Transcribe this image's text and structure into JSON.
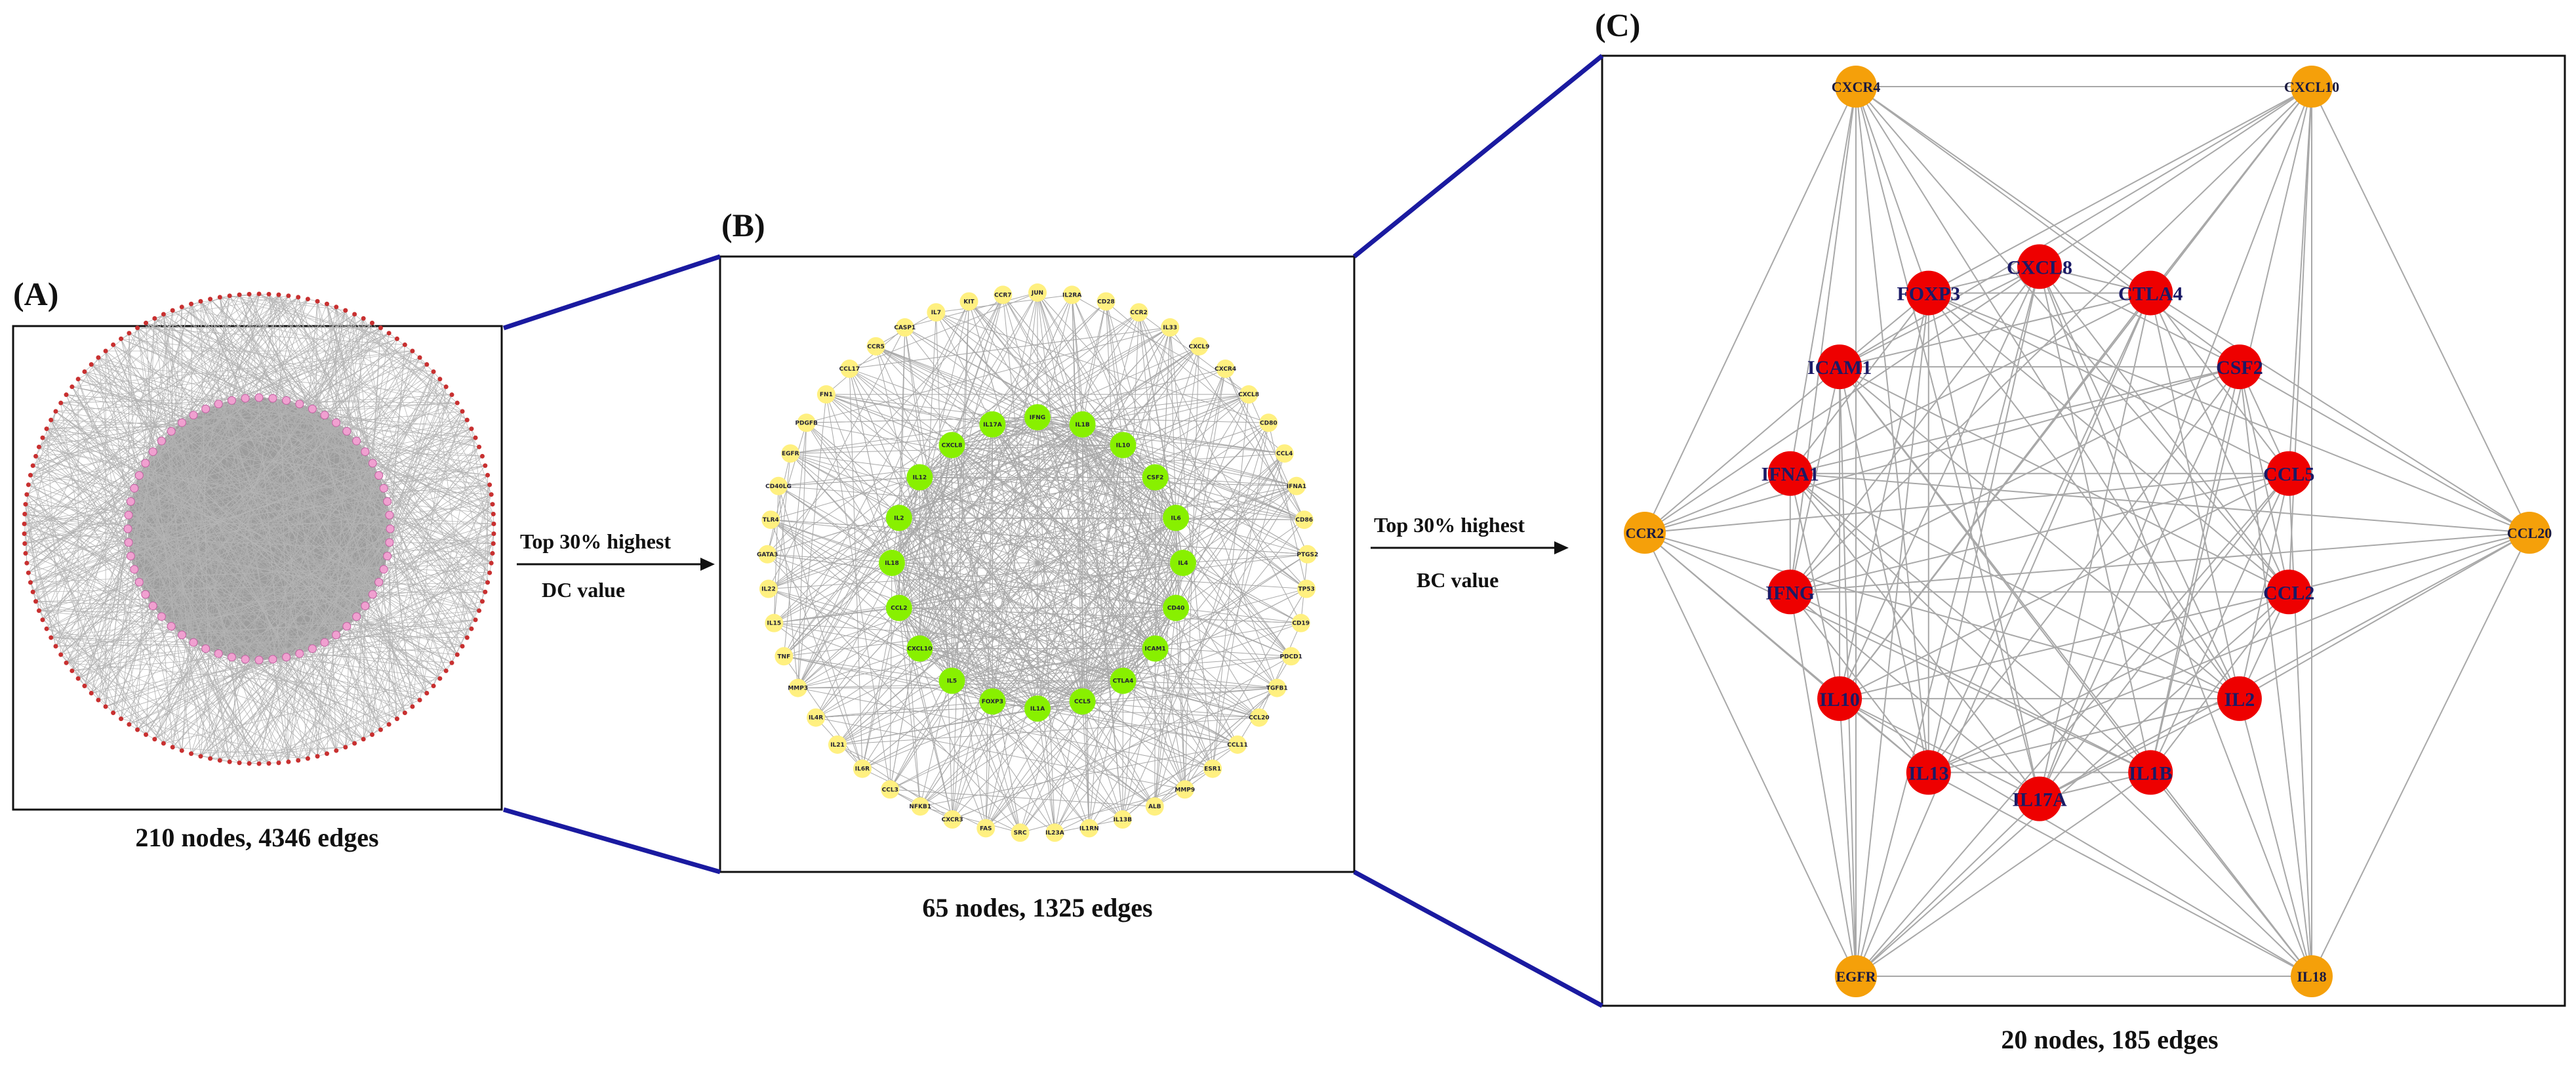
{
  "panels": {
    "a": {
      "label": "(A)",
      "caption": "210 nodes, 4346 edges"
    },
    "b": {
      "label": "(B)",
      "caption": "65 nodes, 1325 edges"
    },
    "c": {
      "label": "(C)",
      "caption": "20 nodes, 185 edges"
    }
  },
  "arrows": {
    "first": {
      "line1": "Top 30% highest",
      "line2": "DC value"
    },
    "second": {
      "line1": "Top 30% highest",
      "line2": "BC value"
    }
  },
  "network_c": {
    "outer_nodes": [
      "CXCR4",
      "CXCL10",
      "CCR2",
      "CCL20",
      "EGFR",
      "IL18"
    ],
    "inner_nodes": [
      "CXCL8",
      "CTLA4",
      "CSF2",
      "CCL5",
      "CCL2",
      "IL2",
      "IL1B",
      "IL17A",
      "IL13",
      "IL10",
      "IFNG",
      "IFNA1",
      "ICAM1",
      "FOXP3"
    ]
  },
  "network_b": {
    "inner_nodes": [
      "IFNG",
      "IL1B",
      "IL10",
      "CSF2",
      "IL6",
      "IL4",
      "CD40",
      "ICAM1",
      "CTLA4",
      "CCL5",
      "IL1A",
      "FOXP3",
      "IL5",
      "CXCL10",
      "CCL2",
      "IL18",
      "IL2",
      "IL12",
      "CXCL8",
      "IL17A"
    ],
    "outer_nodes": [
      "JUN",
      "IL2RA",
      "CD28",
      "CCR2",
      "IL33",
      "CXCL9",
      "CXCR4",
      "CXCL8",
      "CD80",
      "CCL4",
      "IFNA1",
      "CD86",
      "PTGS2",
      "TP53",
      "CD19",
      "PDCD1",
      "TGFB1",
      "CCL20",
      "CCL11",
      "ESR1",
      "MMP9",
      "ALB",
      "IL13B",
      "IL1RN",
      "IL23A",
      "SRC",
      "FAS",
      "CXCR3",
      "NFKB1",
      "CCL3",
      "IL6R",
      "IL21",
      "IL4R",
      "MMP3",
      "TNF",
      "IL15",
      "IL22",
      "GATA3",
      "TLR4",
      "CD40LG",
      "EGFR",
      "PDGFB",
      "FN1",
      "CCL17",
      "CCR5",
      "CASP1",
      "IL7",
      "KIT",
      "CCR7"
    ]
  },
  "colors": {
    "frame_connector": "#1a1aa0",
    "inner_node_c": "#ee0000",
    "outer_node_c": "#f5a00a",
    "inner_label_c": "#1a1a66",
    "green_node": "#88f000",
    "yellow_node": "#fff080",
    "pink_node": "#f0a0d0",
    "red_ring_node": "#c83030",
    "edge": "#a8a8a8"
  }
}
